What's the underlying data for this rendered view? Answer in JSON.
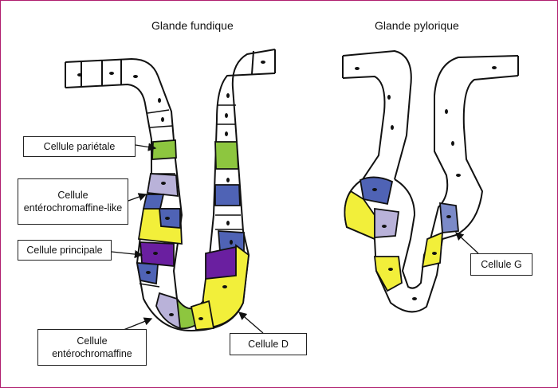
{
  "titles": {
    "fundic": "Glande fundique",
    "pyloric": "Glande pylorique"
  },
  "labels": {
    "parietal": "Cellule pariétale",
    "ecl": "Cellule entérochromaffine-like",
    "principal": "Cellule principale",
    "ec": "Cellule entérochromaffine",
    "d": "Cellule D",
    "g": "Cellule G"
  },
  "colors": {
    "frame": "#b01e6e",
    "parietal_green": "#8dc63f",
    "ecl_lavender": "#b9b2d9",
    "principal_yellow": "#f2ef3a",
    "enteroendocrine_blue": "#4f63b5",
    "purple": "#6a1fa0",
    "g_cell_blue": "#7b8ac8"
  }
}
